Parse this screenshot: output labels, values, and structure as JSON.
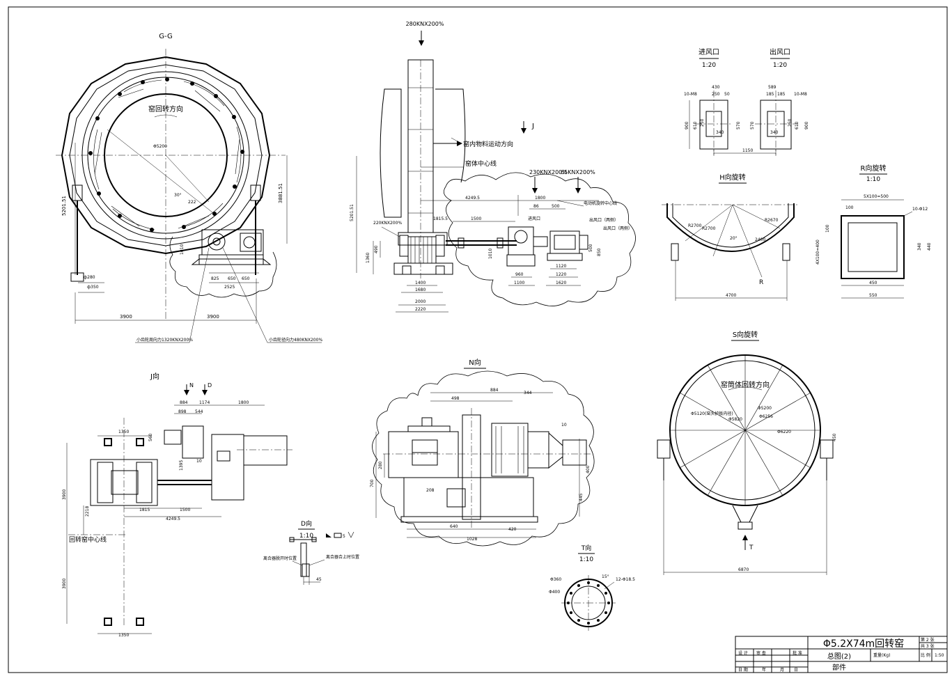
{
  "views": {
    "gg": {
      "title": "G-G",
      "rotation": "窑回转方向",
      "labels": {
        "dia": "Φ5200",
        "ang": "30°",
        "d222": "222",
        "h1": "5201.51",
        "h2": "3881.51",
        "h3": "1010",
        "d280": "ф280",
        "d350": "ф350",
        "w1": "3900",
        "w2": "3900",
        "m1": "825",
        "m2": "650",
        "m3": "650",
        "m4": "2525"
      },
      "note1": "小齿轮周向力1320KNX200%",
      "note2": "小齿轮径向力480KNX200%"
    },
    "side": {
      "force_top": "280KNX200%",
      "material_dir": "窑内物料运动方向",
      "kiln_center": "窑体中心线",
      "j_arrow": "J",
      "f230": "230KNX200%",
      "f65": "65KNX200%",
      "f220": "220KNX200%",
      "motor_cl": "电动机旋转中心线",
      "inlet": "进风口",
      "outlet1": "出风口（两侧）",
      "outlet2": "出风口（两侧）",
      "dims": {
        "d1": "4249.5",
        "d2": "1800",
        "d3": "86",
        "d4": "500",
        "d5": "1815.5",
        "d6": "1500",
        "d7": "5201.51",
        "d8": "490",
        "d9": "1360",
        "d10": "1400",
        "d11": "1680",
        "d12": "2000",
        "d13": "2220",
        "d14": "1010",
        "d15": "960",
        "d16": "1100",
        "d17": "1120",
        "d18": "1220",
        "d19": "1620",
        "d20": "850",
        "d21": "500"
      }
    },
    "inlet_detail": {
      "title": "进风口",
      "scale": "1:20",
      "d1": "430",
      "d2": "250",
      "d3": "50",
      "bolt": "10-M8",
      "h1": "900",
      "h2": "610",
      "h3": "570",
      "h4": "250",
      "w": "340"
    },
    "outlet_detail": {
      "title": "出风口",
      "scale": "1:20",
      "d1": "589",
      "d2": "185",
      "d3": "185",
      "bolt": "10-M8",
      "h1": "900",
      "h2": "610",
      "h3": "570",
      "h4": "250",
      "w": "340",
      "span": "1150"
    },
    "h_view": {
      "title": "H向旋转",
      "r1": "R2700",
      "r2": "R2700",
      "r3": "R2670",
      "r4": "2400",
      "ang": "20°",
      "r_label": "R",
      "w": "4700"
    },
    "r_view": {
      "title": "R向旋转",
      "scale": "1:10",
      "d1": "5X100=500",
      "d2": "100",
      "bolt": "10-Φ12",
      "h1": "4X100=400",
      "h2": "100",
      "h3": "340",
      "h4": "440",
      "w1": "450",
      "w2": "550"
    },
    "j_view": {
      "title": "J向",
      "n": "N",
      "d": "D",
      "cl": "回转窑中心线",
      "dims": {
        "a": "884",
        "b": "1174",
        "c": "1800",
        "d": "898",
        "e": "544",
        "f": "1350",
        "g": "560",
        "h": "1395",
        "i": "3900",
        "j": "2218",
        "k": "1815",
        "l": "1500",
        "m": "4249.5",
        "n": "3900",
        "o": "1350",
        "p": "10"
      }
    },
    "n_view": {
      "title": "N向",
      "dims": {
        "a": "884",
        "b": "498",
        "c": "344",
        "d": "10",
        "e": "280",
        "f": "700",
        "g": "400",
        "h": "445",
        "i": "208",
        "j": "640",
        "k": "1028",
        "l": "420"
      }
    },
    "d_view": {
      "title": "D向",
      "scale": "1:10",
      "off": "离合器脱开时位置",
      "on": "离合器合上时位置",
      "dim": "45",
      "sym": "5"
    },
    "s_view": {
      "title": "S向旋转",
      "rotation": "窑筒体回转方向",
      "d1": "Φ5200",
      "d2": "Φ6256",
      "d3": "Φ6220",
      "d4": "Φ5820",
      "d5": "Φ5120(窑头护板内径)",
      "w": "6870",
      "h": "450",
      "t": "T"
    },
    "t_view": {
      "title": "T向",
      "scale": "1:10",
      "d1": "Φ360",
      "d2": "Φ400",
      "bolt": "12-Φ18.5",
      "ang": "15°"
    }
  },
  "title_block": {
    "name": "Φ5.2X74m回转窑",
    "drawing": "总图(2)",
    "part": "部件",
    "sheet": "第 2 张",
    "total": "共 3 张",
    "weight": "重量(Kg)",
    "scale_label": "比 例",
    "scale": "1:50",
    "design": "设 计",
    "check": "审 查",
    "approve": "批 准",
    "date": "日 期",
    "year": "年",
    "month": "月",
    "day": "日"
  }
}
